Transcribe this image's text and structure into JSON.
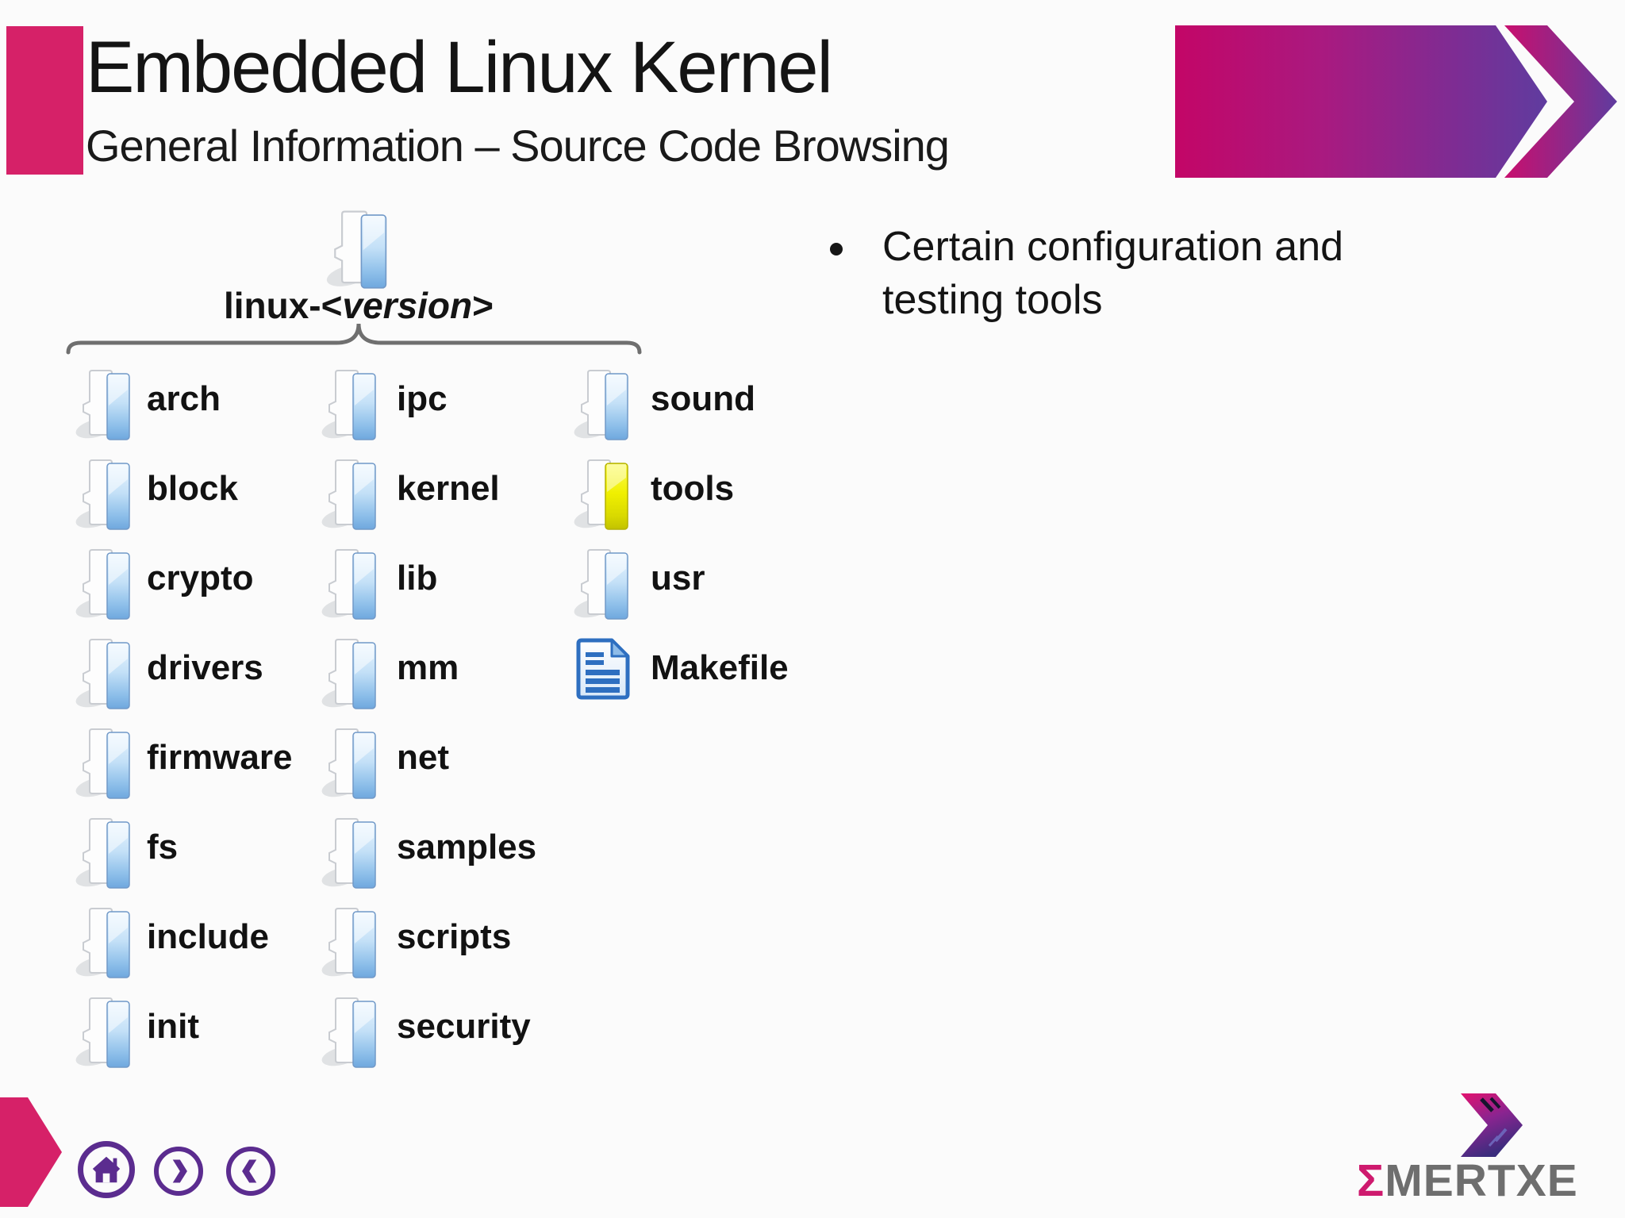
{
  "slide": {
    "title": "Embedded Linux Kernel",
    "subtitle": "General Information – Source Code Browsing"
  },
  "bullet": {
    "line1": "Certain configuration and",
    "line2": "testing tools"
  },
  "tree": {
    "root": {
      "prefix": "linux-<",
      "version": "version",
      "suffix": ">"
    },
    "columns": [
      {
        "items": [
          {
            "label": "arch",
            "icon": "folder"
          },
          {
            "label": "block",
            "icon": "folder"
          },
          {
            "label": "crypto",
            "icon": "folder"
          },
          {
            "label": "drivers",
            "icon": "folder"
          },
          {
            "label": "firmware",
            "icon": "folder"
          },
          {
            "label": "fs",
            "icon": "folder"
          },
          {
            "label": "include",
            "icon": "folder"
          },
          {
            "label": "init",
            "icon": "folder"
          }
        ]
      },
      {
        "items": [
          {
            "label": "ipc",
            "icon": "folder"
          },
          {
            "label": "kernel",
            "icon": "folder"
          },
          {
            "label": "lib",
            "icon": "folder"
          },
          {
            "label": "mm",
            "icon": "folder"
          },
          {
            "label": "net",
            "icon": "folder"
          },
          {
            "label": "samples",
            "icon": "folder"
          },
          {
            "label": "scripts",
            "icon": "folder"
          },
          {
            "label": "security",
            "icon": "folder"
          }
        ]
      },
      {
        "items": [
          {
            "label": "sound",
            "icon": "folder"
          },
          {
            "label": "tools",
            "icon": "folder-yellow"
          },
          {
            "label": "usr",
            "icon": "folder"
          },
          {
            "label": "Makefile",
            "icon": "document"
          }
        ]
      }
    ]
  },
  "footer": {
    "nav": [
      {
        "name": "home"
      },
      {
        "name": "next"
      },
      {
        "name": "previous"
      }
    ]
  },
  "logo": {
    "sigma": "Σ",
    "rest": "MERTXE"
  },
  "colors": {
    "accent_pink": "#D62168",
    "nav_purple": "#5B2C8F",
    "gradient_start": "#C30667",
    "gradient_end": "#5F3C9F",
    "folder_blue": "#7FB2E2",
    "folder_yellow": "#E8E800",
    "document_blue": "#2E6FC0",
    "logo_gray": "#6E6E6E",
    "text": "#161616"
  }
}
